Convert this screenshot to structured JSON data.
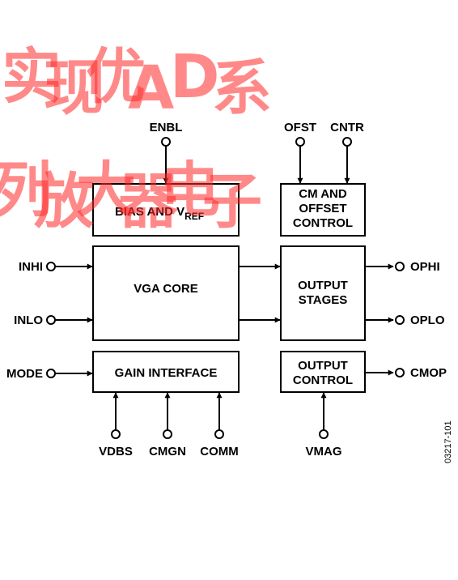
{
  "figure_id": "03217-101",
  "watermark": {
    "text": "实现优AD系列放大器电子",
    "color": "#ff2a2a"
  },
  "blocks": {
    "bias": {
      "text": "BIAS AND V",
      "sub": "REF"
    },
    "cm_offset": [
      "CM AND",
      "OFFSET",
      "CONTROL"
    ],
    "vga_core": "VGA CORE",
    "output_stages": [
      "OUTPUT",
      "STAGES"
    ],
    "gain_interface": "GAIN INTERFACE",
    "output_control": [
      "OUTPUT",
      "CONTROL"
    ]
  },
  "pins": {
    "enbl": "ENBL",
    "ofst": "OFST",
    "cntr": "CNTR",
    "inhi": "INHI",
    "inlo": "INLO",
    "mode": "MODE",
    "ophi": "OPHI",
    "oplo": "OPLO",
    "cmop": "CMOP",
    "vdbs": "VDBS",
    "cmgn": "CMGN",
    "comm": "COMM",
    "vmag": "VMAG"
  }
}
